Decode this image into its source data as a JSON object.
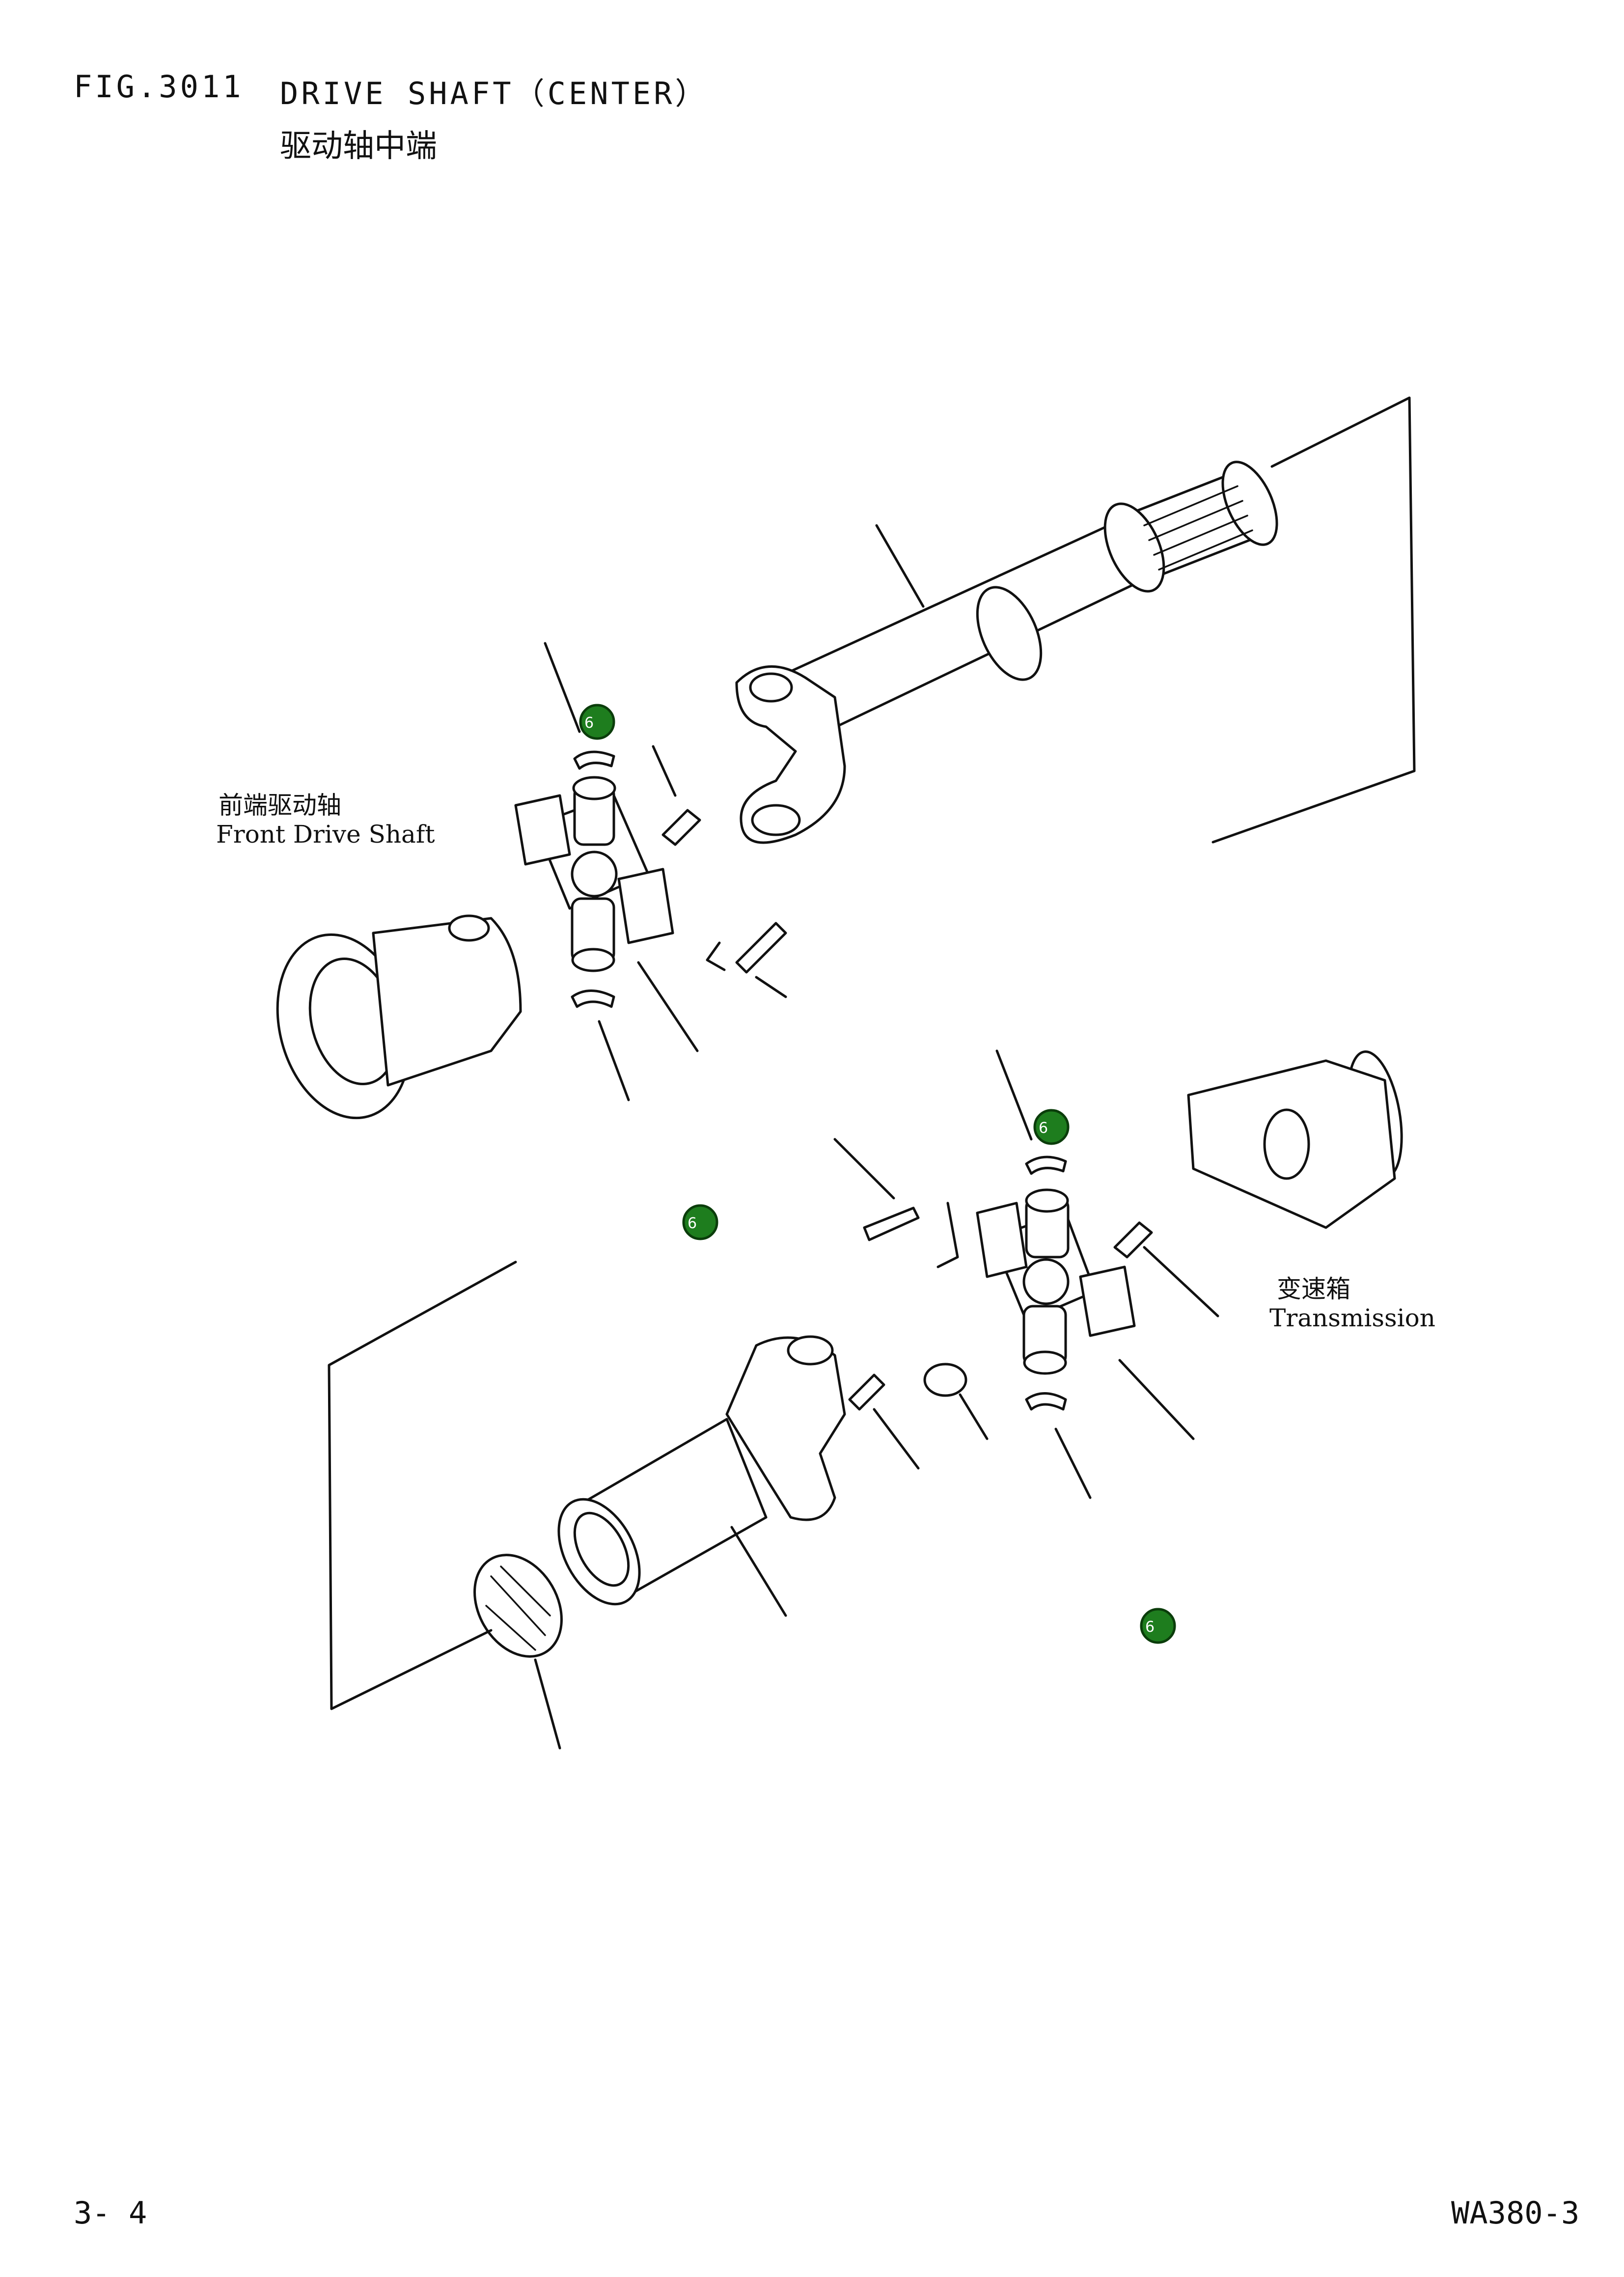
{
  "header": {
    "fig_number": "FIG.3011",
    "title": "DRIVE SHAFT（CENTER）",
    "title_cn": "驱动轴中端"
  },
  "labels": {
    "front_drive_shaft_cn": "前端驱动轴",
    "front_drive_shaft_en": "Front Drive Shaft",
    "transmission_cn": "变速箱",
    "transmission_en": "Transmission"
  },
  "markers": [
    {
      "id": "m1",
      "text": "6"
    },
    {
      "id": "m2",
      "text": "6"
    },
    {
      "id": "m3",
      "text": "6"
    },
    {
      "id": "m4",
      "text": "6"
    }
  ],
  "colors": {
    "marker_fill": "#1e7d1e",
    "line": "#111111"
  },
  "footer": {
    "page": "3- 4",
    "model": "WA380-3"
  }
}
